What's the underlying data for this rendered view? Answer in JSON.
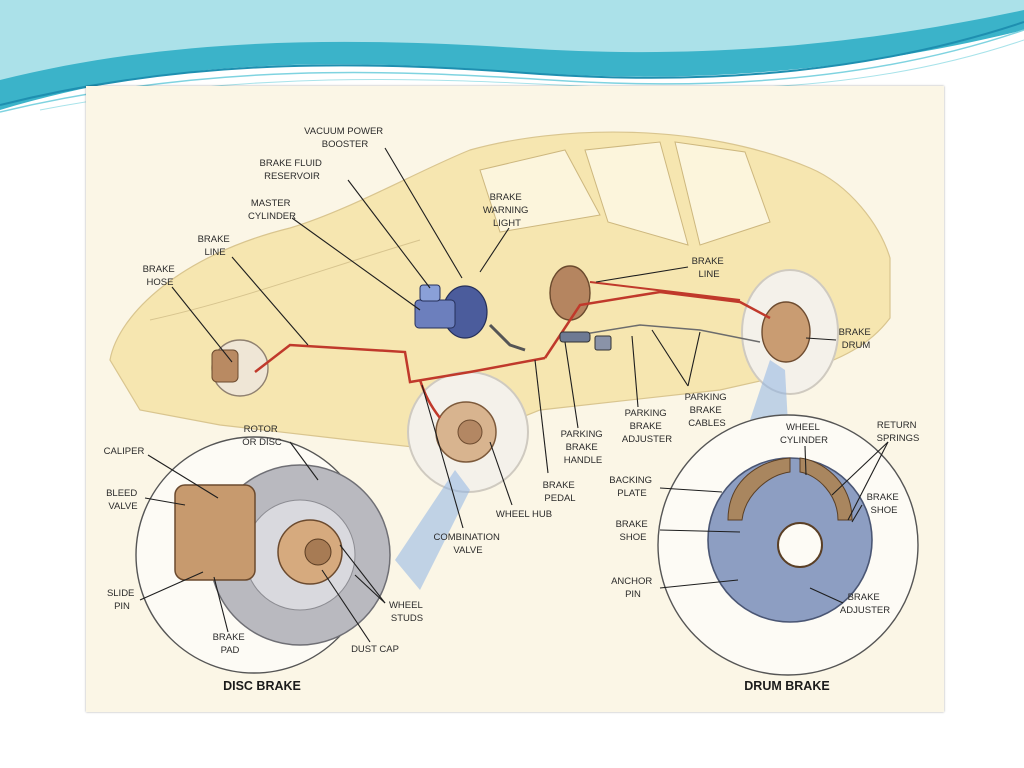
{
  "colors": {
    "header_wave": "#2aa9c4",
    "header_light": "#c9eef3",
    "paper": "#fbf6e6",
    "car_body": "#f7e7b2",
    "brake_line": "#c0392b",
    "metal": "#a67c52",
    "booster": "#4b5c9c"
  },
  "labels": {
    "vacuum_power_booster": [
      "VACUUM POWER",
      "BOOSTER"
    ],
    "brake_fluid_reservoir": [
      "BRAKE FLUID",
      "RESERVOIR"
    ],
    "master_cylinder": [
      "MASTER",
      "CYLINDER"
    ],
    "brake_warning_light": [
      "BRAKE",
      "WARNING",
      "LIGHT"
    ],
    "brake_line_front": [
      "BRAKE",
      "LINE"
    ],
    "brake_hose": [
      "BRAKE",
      "HOSE"
    ],
    "brake_line_rear": [
      "BRAKE",
      "LINE"
    ],
    "brake_drum": [
      "BRAKE",
      "DRUM"
    ],
    "parking_brake_handle": [
      "PARKING",
      "BRAKE",
      "HANDLE"
    ],
    "parking_brake_adjuster": [
      "PARKING",
      "BRAKE",
      "ADJUSTER"
    ],
    "parking_brake_cables": [
      "PARKING",
      "BRAKE",
      "CABLES"
    ],
    "brake_pedal": [
      "BRAKE",
      "PEDAL"
    ],
    "wheel_hub": [
      "WHEEL HUB"
    ],
    "combination_valve": [
      "COMBINATION",
      "VALVE"
    ],
    "rotor_or_disc": [
      "ROTOR",
      "OR DISC"
    ],
    "caliper": [
      "CALIPER"
    ],
    "bleed_valve": [
      "BLEED",
      "VALVE"
    ],
    "slide_pin": [
      "SLIDE",
      "PIN"
    ],
    "brake_pad": [
      "BRAKE",
      "PAD"
    ],
    "dust_cap": [
      "DUST CAP"
    ],
    "wheel_studs": [
      "WHEEL",
      "STUDS"
    ],
    "wheel_cylinder": [
      "WHEEL",
      "CYLINDER"
    ],
    "return_springs": [
      "RETURN",
      "SPRINGS"
    ],
    "backing_plate": [
      "BACKING",
      "PLATE"
    ],
    "brake_shoe_left": [
      "BRAKE",
      "SHOE"
    ],
    "brake_shoe_right": [
      "BRAKE",
      "SHOE"
    ],
    "anchor_pin": [
      "ANCHOR",
      "PIN"
    ],
    "brake_adjuster": [
      "BRAKE",
      "ADJUSTER"
    ]
  },
  "titles": {
    "disc_brake": "DISC BRAKE",
    "drum_brake": "DRUM BRAKE"
  }
}
